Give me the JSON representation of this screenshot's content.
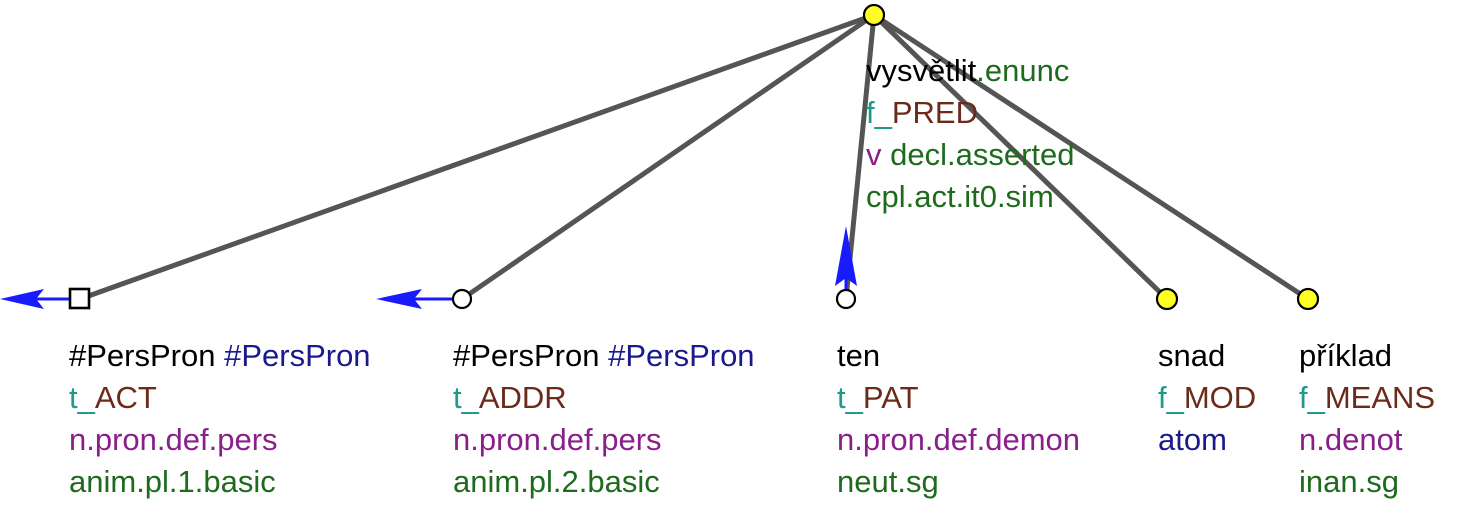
{
  "colors": {
    "node_fill_yellow": "#ffff22",
    "node_fill_white": "#ffffff",
    "edge": "#555555",
    "arrow": "#1a1aff"
  },
  "root": {
    "lemma": "vysvětlit",
    "lemma_suffix": ".enunc",
    "functor_prefix": "f_",
    "functor": "PRED",
    "sempos_prefix": "v",
    "sempos_rest": " decl.asserted",
    "grammatemes": "cpl.act.it0.sim"
  },
  "nodes": [
    {
      "lemma": "#PersPron",
      "lemma2": " #PersPron",
      "functor_prefix": "t_",
      "functor": "ACT",
      "sempos": "n.pron.def.pers",
      "grammatemes": "anim.pl.1.basic"
    },
    {
      "lemma": "#PersPron",
      "lemma2": " #PersPron",
      "functor_prefix": "t_",
      "functor": "ADDR",
      "sempos": "n.pron.def.pers",
      "grammatemes": "anim.pl.2.basic"
    },
    {
      "lemma": "ten",
      "functor_prefix": "t_",
      "functor": "PAT",
      "sempos": "n.pron.def.demon",
      "grammatemes": "neut.sg"
    },
    {
      "lemma": "snad",
      "functor_prefix": "f_",
      "functor": "MOD",
      "sempos": "atom"
    },
    {
      "lemma": "příklad",
      "functor_prefix": "f_",
      "functor": "MEANS",
      "sempos": "n.denot",
      "grammatemes": "inan.sg"
    }
  ]
}
